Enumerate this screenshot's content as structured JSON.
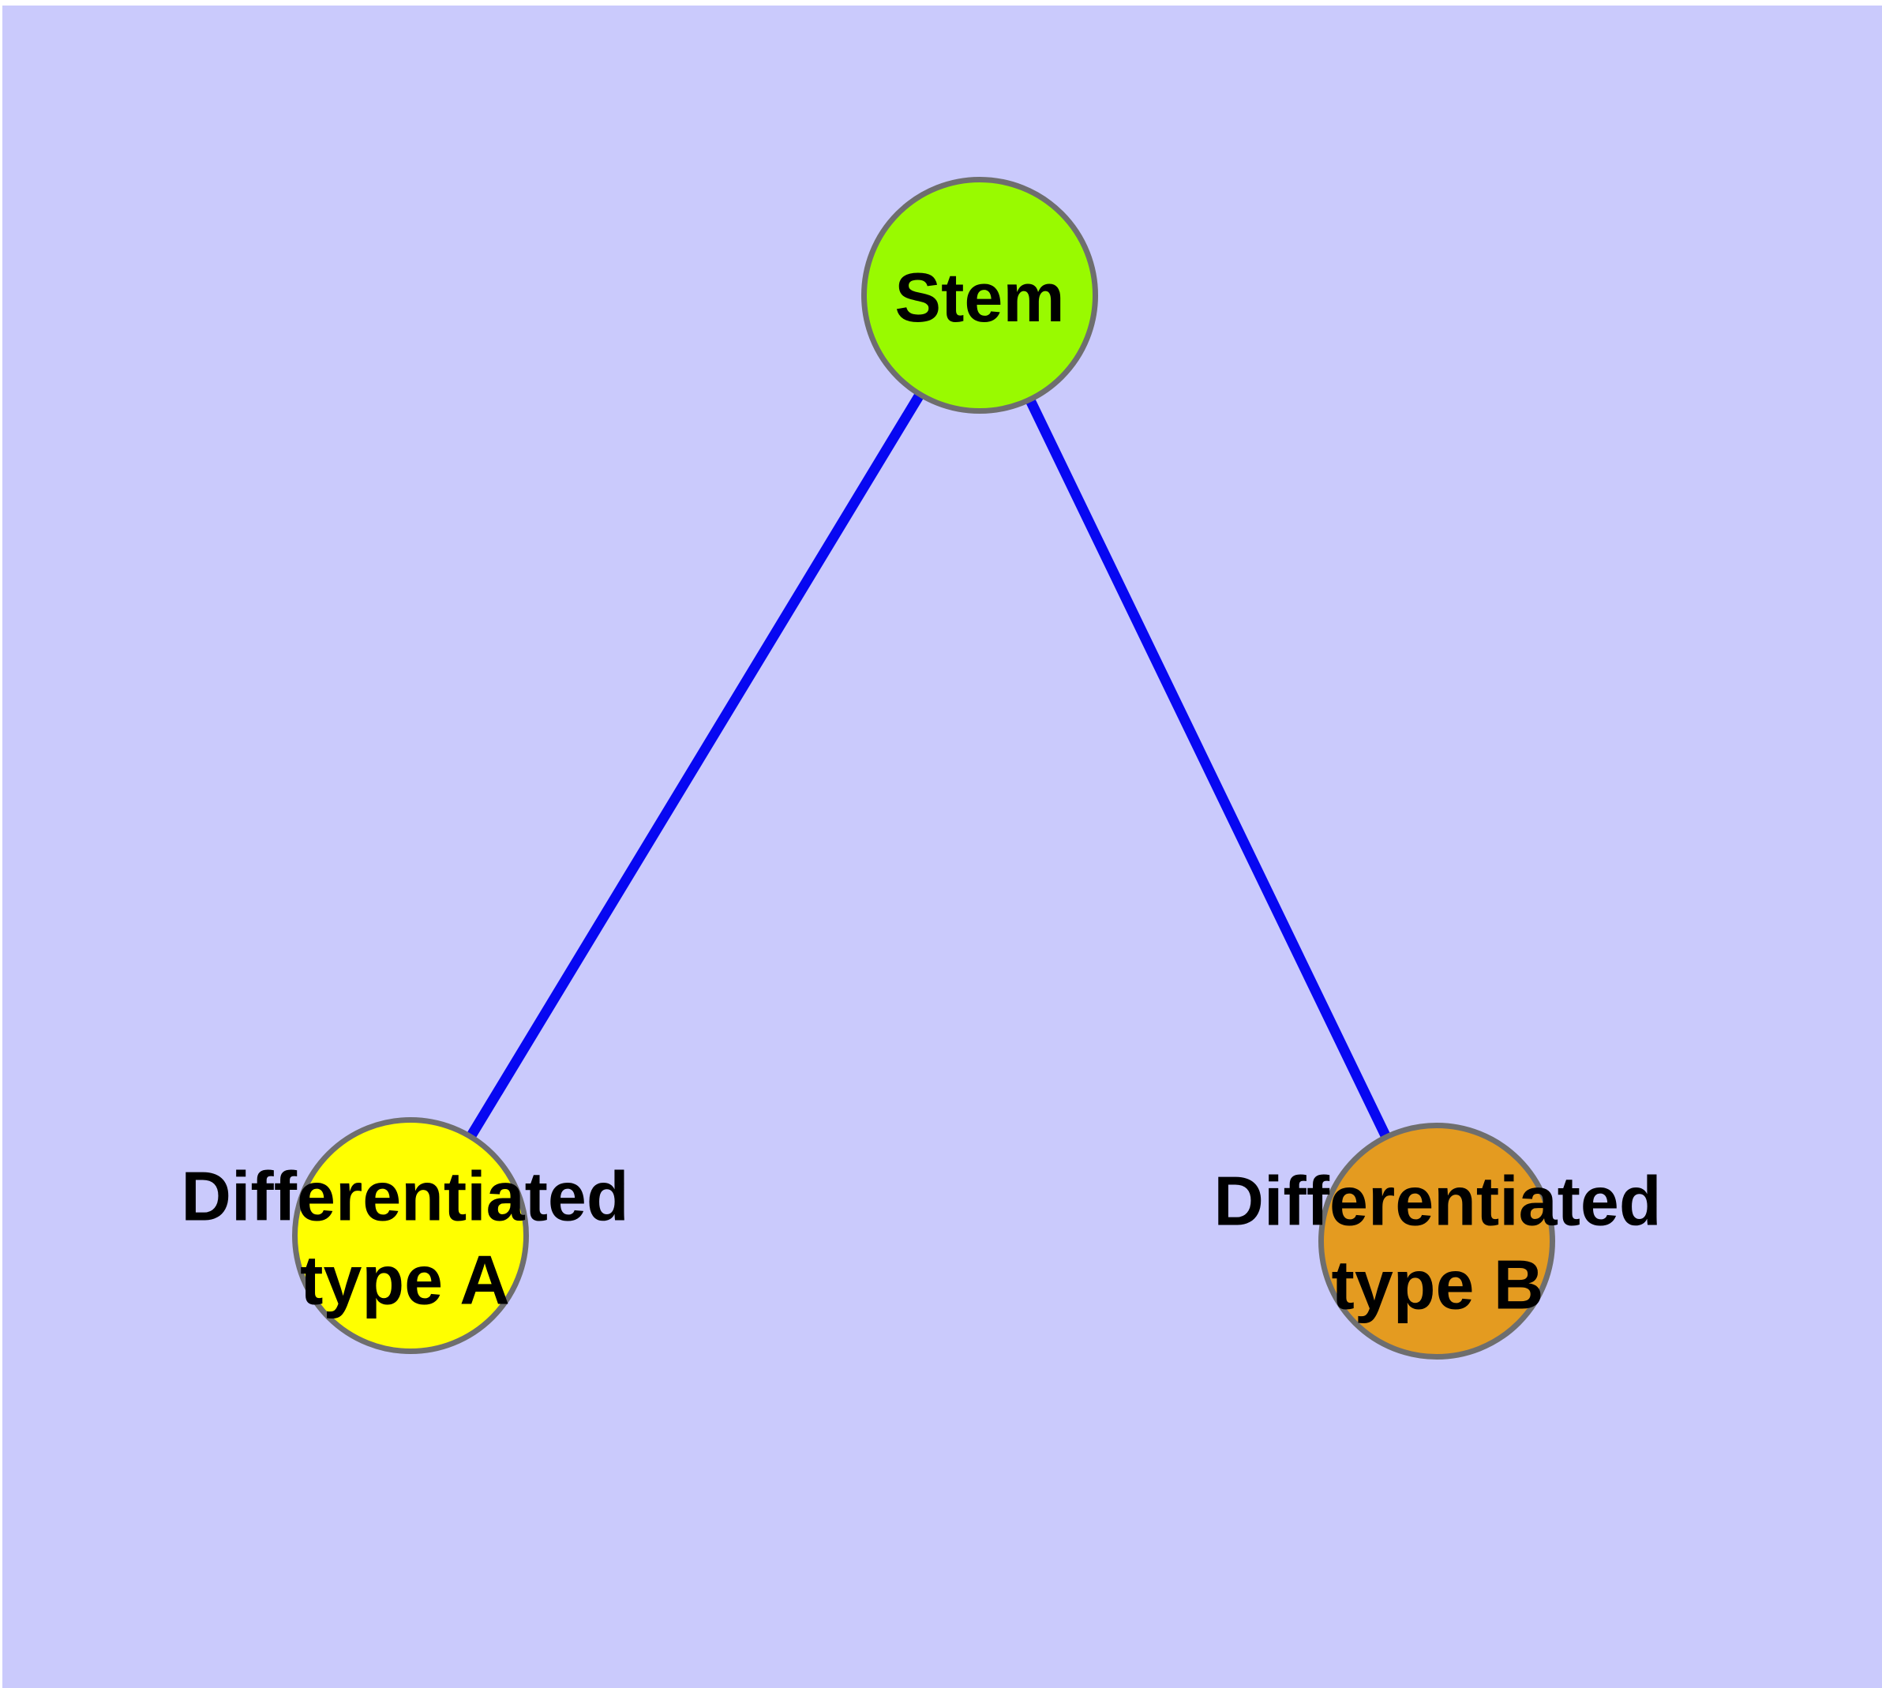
{
  "diagram": {
    "type": "graph",
    "background_color": "#cacafc",
    "frame_color": "#ffffff",
    "edge_color": "#0707f2",
    "node_border_color": "#6e6e6e",
    "label_color": "#000000",
    "nodes": [
      {
        "id": "stem",
        "label": "Stem",
        "fill_color": "#99fa00"
      },
      {
        "id": "differentiated-type-a",
        "label": "Differentiated\ntype A",
        "fill_color": "#ffff00"
      },
      {
        "id": "differentiated-type-b",
        "label": "Differentiated\ntype B",
        "fill_color": "#e49b20"
      }
    ],
    "edges": [
      {
        "from": "Stem",
        "to": "Differentiated type A"
      },
      {
        "from": "Stem",
        "to": "Differentiated type B"
      }
    ]
  }
}
